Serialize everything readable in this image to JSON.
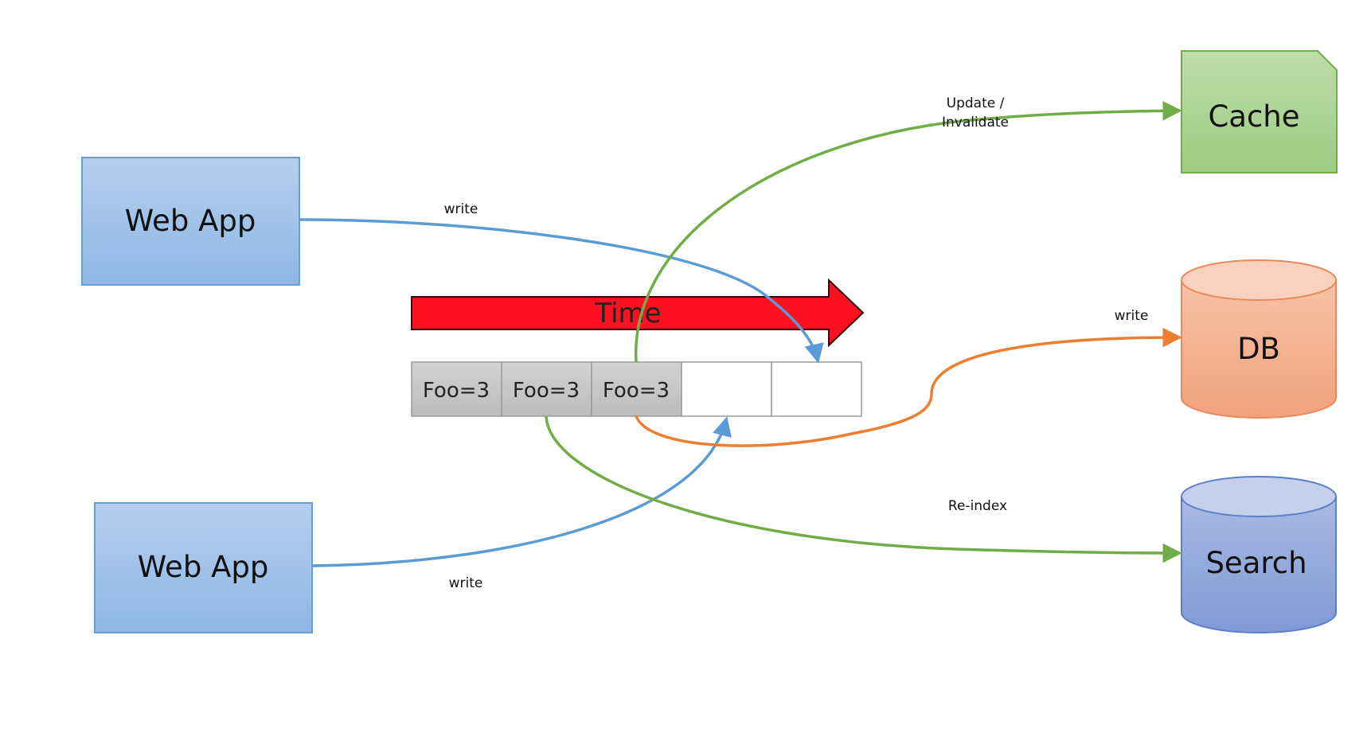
{
  "nodes": {
    "web_app_top": {
      "label": "Web App"
    },
    "web_app_bottom": {
      "label": "Web App"
    },
    "cache": {
      "label": "Cache"
    },
    "db": {
      "label": "DB"
    },
    "search": {
      "label": "Search"
    }
  },
  "time_arrow": {
    "label": "Time",
    "color": "#ff1020"
  },
  "log_cells": [
    "Foo=3",
    "Foo=3",
    "Foo=3",
    "",
    ""
  ],
  "edges": {
    "write_top": {
      "label": "write",
      "color": "#5b9bd5"
    },
    "write_bottom": {
      "label": "write",
      "color": "#5b9bd5"
    },
    "update_cache_line1": "Update /",
    "update_cache_line2": "Invalidate",
    "write_db": {
      "label": "write",
      "color": "#ed7d31"
    },
    "reindex": {
      "label": "Re-index",
      "color": "#70ad47"
    }
  },
  "colors": {
    "web_app_fill": "#9dc3e6",
    "cache_fill": "#a9d18e",
    "db_fill": "#f4b183",
    "search_fill": "#8faadc",
    "log_filled": "#c8c8c8"
  }
}
